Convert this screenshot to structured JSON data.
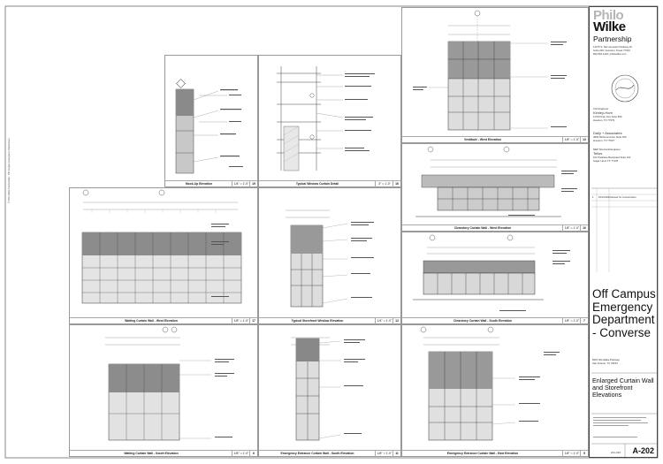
{
  "firm": {
    "logo_line1": "Philo",
    "logo_line2": "Wilke",
    "logo_line3": "Partnership",
    "address": [
      "11275 S. Sam Houston Parkway W.",
      "Suite 200 | Houston, Texas 77031",
      "832.554.1130 | philowilke.com"
    ]
  },
  "consultants": [
    {
      "role": "Civil Engineer",
      "name": "Kimley-Horn",
      "lines": [
        "11700 Katy Fwy Suite 800",
        "Houston, TX 77079"
      ]
    },
    {
      "role": "",
      "name": "Daily + Associates",
      "lines": [
        "3800 Richmond Ave Suite 400",
        "Houston, TX 77027"
      ]
    },
    {
      "role": "MEP Structural Engineer",
      "name": "Tellos",
      "lines": [
        "101 Parklane Boulevard Suite 101",
        "Sugar Land, TX 77478"
      ]
    }
  ],
  "revision": {
    "no": "1",
    "date": "10/11/2023",
    "desc": "Issued for Construction"
  },
  "project": {
    "title": "Off Campus Emergency Department - Converse",
    "address": [
      "8497 Woodlake Parkway",
      "San Antonio, TX 78244"
    ]
  },
  "sheet": {
    "name": "Enlarged Curtain Wall and Storefront Elevations",
    "number": "A-202",
    "job_no": "221-016"
  },
  "side_note": "© Philo Wilke Partnership - Off Campus Emergency Department",
  "panels": [
    {
      "id": "p19",
      "title": "Mock-Up Elevation",
      "scale": "1/4\" = 1'-0\"",
      "num": "19"
    },
    {
      "id": "p16",
      "title": "Typical Window Curtain Detail",
      "scale": "3\" = 1'-0\"",
      "num": "16"
    },
    {
      "id": "p13",
      "title": "Vestibule - West Elevation",
      "scale": "1/8\" = 1'-0\"",
      "num": "13"
    },
    {
      "id": "p10",
      "title": "Clearstory Curtain Wall - West Elevation",
      "scale": "1/8\" = 1'-0\"",
      "num": "10"
    },
    {
      "id": "p17",
      "title": "Waiting Curtain Wall - West Elevation",
      "scale": "1/8\" = 1'-0\"",
      "num": "17"
    },
    {
      "id": "p12",
      "title": "Typical Storefront Window Elevation",
      "scale": "1/4\" = 1'-0\"",
      "num": "12"
    },
    {
      "id": "p7",
      "title": "Clearstory Curtain Wall - South Elevation",
      "scale": "1/8\" = 1'-0\"",
      "num": "7"
    },
    {
      "id": "p6",
      "title": "Waiting Curtain Wall - South Elevation",
      "scale": "1/8\" = 1'-0\"",
      "num": "6"
    },
    {
      "id": "p11",
      "title": "Emergency Entrance Curtain Wall - South Elevation",
      "scale": "1/8\" = 1'-0\"",
      "num": "11"
    },
    {
      "id": "p5",
      "title": "Emergency Entrance Curtain Wall - East Elevation",
      "scale": "1/8\" = 1'-0\"",
      "num": "5"
    }
  ]
}
